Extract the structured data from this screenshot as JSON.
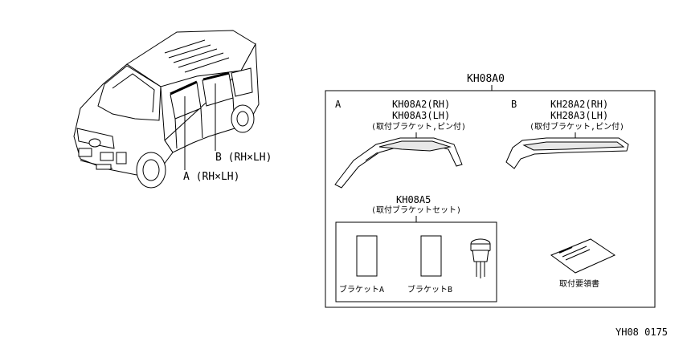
{
  "vehicle": {
    "callout_a": "A (RH×LH)",
    "callout_b": "B (RH×LH)"
  },
  "kit": {
    "part_number": "KH08A0",
    "section_a": {
      "letter": "A",
      "part_rh": "KH08A2(RH)",
      "part_lh": "KH08A3(LH)",
      "note": "(取付ブラケット,ピン付)"
    },
    "section_b": {
      "letter": "B",
      "part_rh": "KH28A2(RH)",
      "part_lh": "KH28A3(LH)",
      "note": "(取付ブラケット,ピン付)"
    },
    "bracket_set": {
      "part_number": "KH08A5",
      "note": "(取付ブラケットセット)",
      "bracket_a_label": "ブラケットA",
      "bracket_b_label": "ブラケットB"
    },
    "manual_label": "取付要領書"
  },
  "drawing_code": "YH08 0175"
}
